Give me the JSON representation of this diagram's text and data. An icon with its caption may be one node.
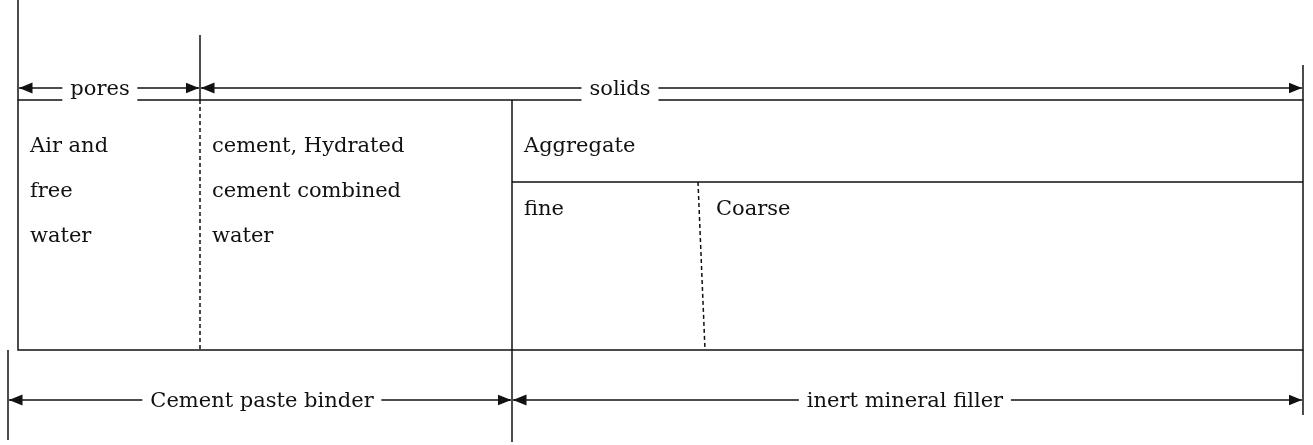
{
  "diagram": {
    "labels": [
      "pores",
      "solids",
      "Air and free water",
      "cement, Hydrated cement combined water",
      "Aggregate",
      "fine",
      "Coarse",
      "Cement paste binder",
      "inert mineral filler"
    ]
  }
}
